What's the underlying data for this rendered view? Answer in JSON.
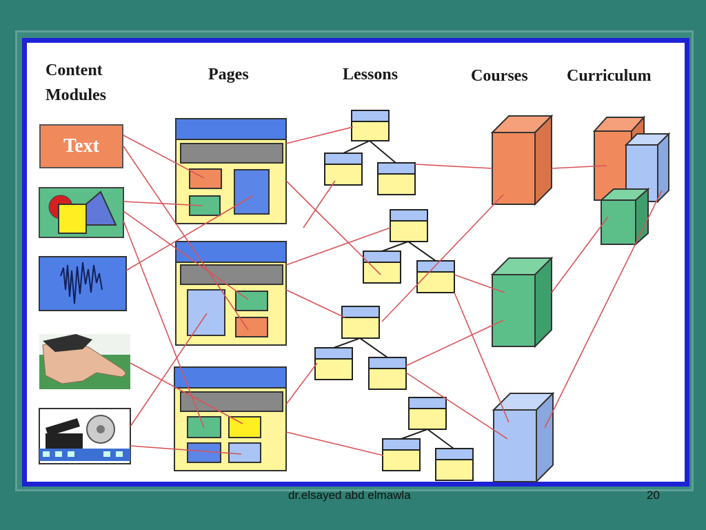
{
  "headers": {
    "content_modules": "Content\nModules",
    "pages": "Pages",
    "lessons": "Lessons",
    "courses": "Courses",
    "curriculum": "Curriculum"
  },
  "modules": {
    "text_label": "Text"
  },
  "footer": {
    "author": "dr.elsayed abd elmawla",
    "page_number": "20"
  },
  "colors": {
    "page_bg": "#2f7f74",
    "frame": "#1e22d6",
    "orange": "#f08a5d",
    "green": "#5cbf8a",
    "lightblue": "#a9c4f5",
    "blue": "#5b86e8",
    "yellow": "#fff59a",
    "link": "#d9535a"
  }
}
